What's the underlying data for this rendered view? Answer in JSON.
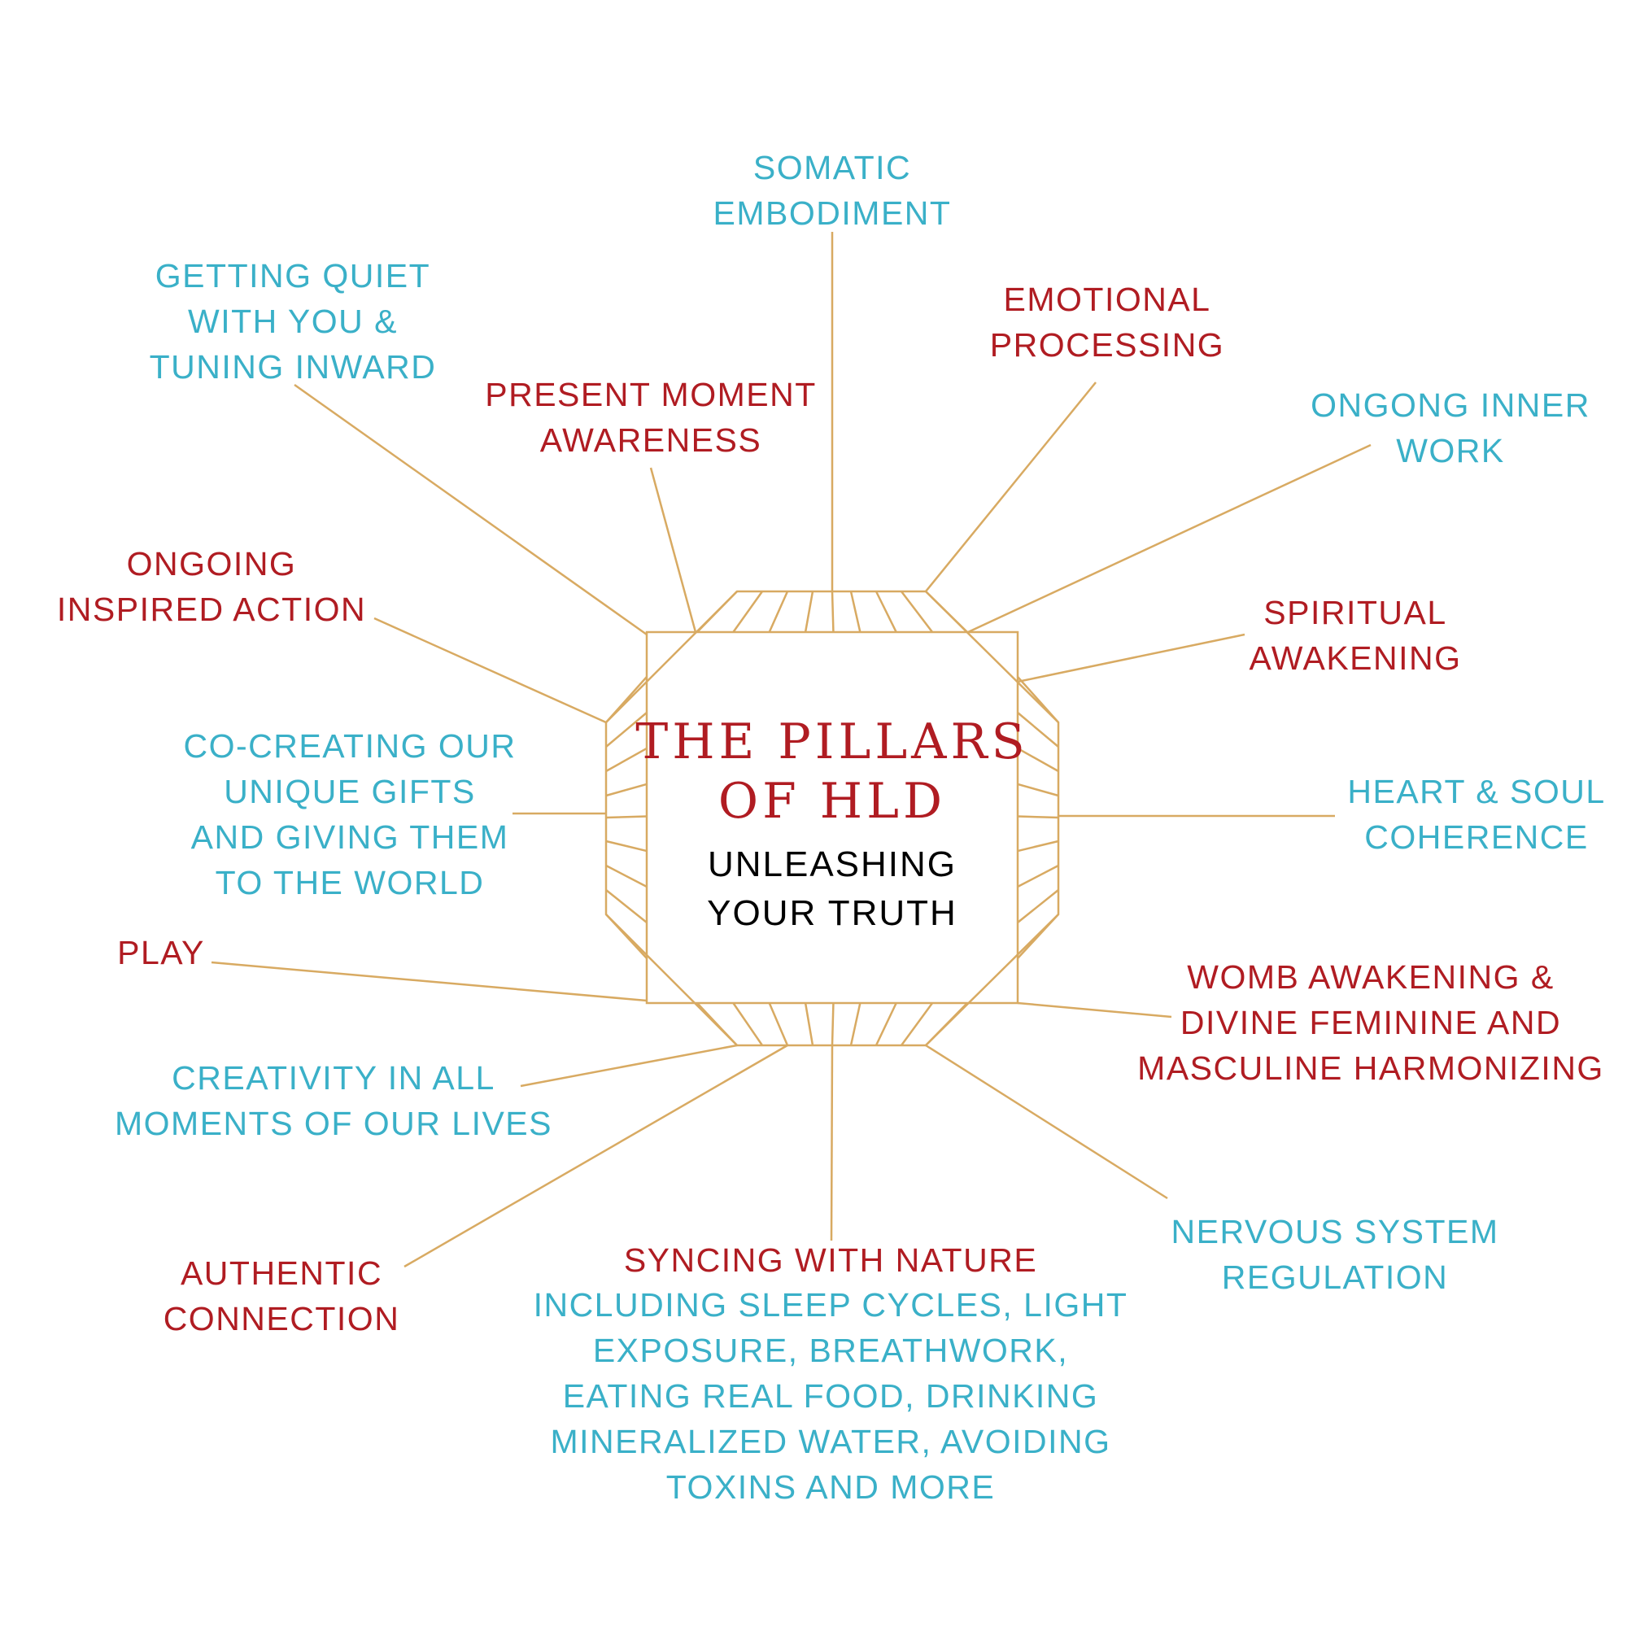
{
  "colors": {
    "red": "#b01c22",
    "blue": "#3ab0c8",
    "gold": "#d8aa62"
  },
  "center": {
    "title_line1": "THE PILLARS",
    "title_line2": "OF HLD",
    "subtitle_line1": "UNLEASHING",
    "subtitle_line2": "YOUR TRUTH"
  },
  "pillars": [
    {
      "id": "somatic-embodiment",
      "color": "blue",
      "lines": [
        "SOMATIC",
        "EMBODIMENT"
      ]
    },
    {
      "id": "emotional-processing",
      "color": "red",
      "lines": [
        "EMOTIONAL",
        "PROCESSING"
      ]
    },
    {
      "id": "ongoing-inner-work",
      "color": "blue",
      "lines": [
        "ONGONG INNER",
        "WORK"
      ]
    },
    {
      "id": "spiritual-awakening",
      "color": "red",
      "lines": [
        "SPIRITUAL",
        "AWAKENING"
      ]
    },
    {
      "id": "heart-soul-coherence",
      "color": "blue",
      "lines": [
        "HEART & SOUL",
        "COHERENCE"
      ]
    },
    {
      "id": "womb-awakening",
      "color": "red",
      "lines": [
        "WOMB AWAKENING &",
        "DIVINE FEMININE AND",
        "MASCULINE HARMONIZING"
      ]
    },
    {
      "id": "nervous-system-regulation",
      "color": "blue",
      "lines": [
        "NERVOUS SYSTEM",
        "REGULATION"
      ]
    },
    {
      "id": "syncing-with-nature",
      "color": "red",
      "lines": [
        "SYNCING WITH NATURE"
      ]
    },
    {
      "id": "syncing-with-nature-detail",
      "color": "blue",
      "lines": [
        "INCLUDING SLEEP CYCLES, LIGHT",
        "EXPOSURE, BREATHWORK,",
        "EATING REAL FOOD, DRINKING",
        "MINERALIZED WATER, AVOIDING",
        "TOXINS AND MORE"
      ]
    },
    {
      "id": "authentic-connection",
      "color": "red",
      "lines": [
        "AUTHENTIC",
        "CONNECTION"
      ]
    },
    {
      "id": "creativity",
      "color": "blue",
      "lines": [
        "CREATIVITY IN ALL",
        "MOMENTS OF OUR LIVES"
      ]
    },
    {
      "id": "play",
      "color": "red",
      "lines": [
        "PLAY"
      ]
    },
    {
      "id": "co-creating",
      "color": "blue",
      "lines": [
        "CO-CREATING OUR",
        "UNIQUE GIFTS",
        "AND GIVING THEM",
        "TO THE WORLD"
      ]
    },
    {
      "id": "ongoing-inspired-action",
      "color": "red",
      "lines": [
        "ONGOING",
        "INSPIRED ACTION"
      ]
    },
    {
      "id": "getting-quiet",
      "color": "blue",
      "lines": [
        "GETTING QUIET",
        "WITH YOU &",
        "TUNING INWARD"
      ]
    },
    {
      "id": "present-moment-awareness",
      "color": "red",
      "lines": [
        "PRESENT MOMENT",
        "AWARENESS"
      ]
    }
  ]
}
